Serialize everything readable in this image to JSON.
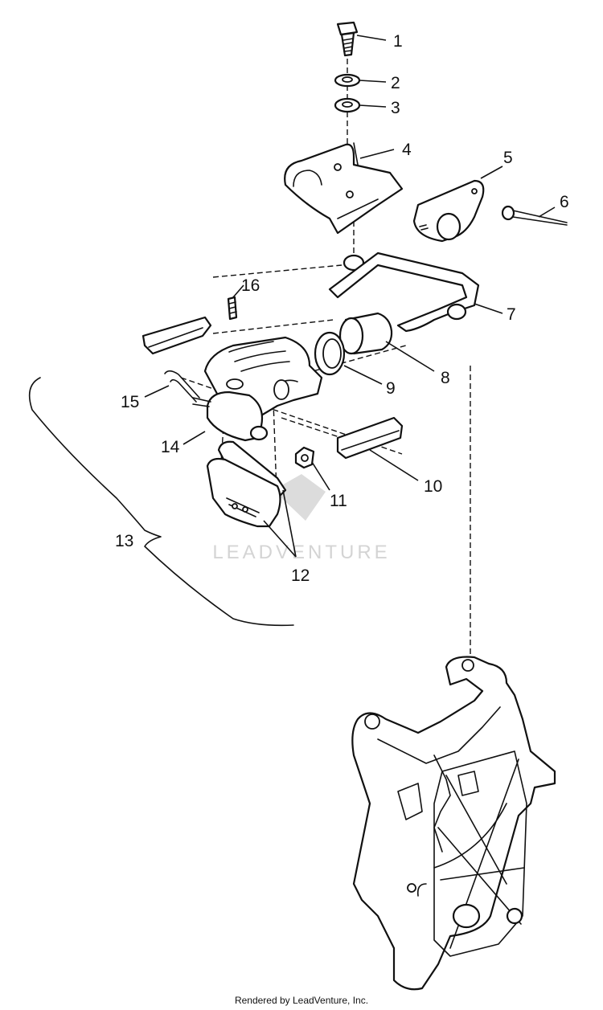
{
  "diagram": {
    "callouts": {
      "c1": "1",
      "c2": "2",
      "c3": "3",
      "c4": "4",
      "c5": "5",
      "c6": "6",
      "c7": "7",
      "c8": "8",
      "c9": "9",
      "c10": "10",
      "c11": "11",
      "c12": "12",
      "c13": "13",
      "c14": "14",
      "c15": "15",
      "c16": "16"
    },
    "watermark": "LEADVENTURE"
  },
  "footer": {
    "text": "Rendered by LeadVenture, Inc."
  }
}
